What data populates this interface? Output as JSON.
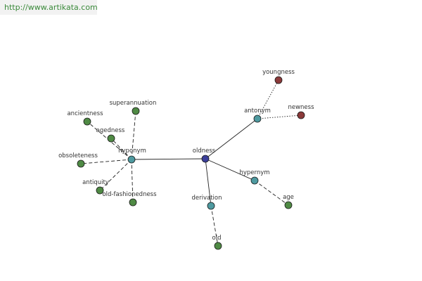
{
  "header": {
    "url": "http://www.artikata.com"
  },
  "colors": {
    "center": "#3b3f9a",
    "relation": "#4e9aa0",
    "hyponym_leaf": "#4f8a44",
    "antonym_leaf": "#8b3a3a",
    "edge": "#222222",
    "label": "#333333"
  },
  "diagram": {
    "nodes": [
      {
        "id": "oldness",
        "label": "oldness",
        "kind": "center"
      },
      {
        "id": "hyponym",
        "label": "hyponym",
        "kind": "relation"
      },
      {
        "id": "antonym",
        "label": "antonym",
        "kind": "relation"
      },
      {
        "id": "hypernym",
        "label": "hypernym",
        "kind": "relation"
      },
      {
        "id": "derivation",
        "label": "derivation",
        "kind": "relation"
      },
      {
        "id": "ancientness",
        "label": "ancientness",
        "kind": "leaf_green"
      },
      {
        "id": "agedness",
        "label": "agedness",
        "kind": "leaf_green"
      },
      {
        "id": "superannuation",
        "label": "superannuation",
        "kind": "leaf_green"
      },
      {
        "id": "obsoleteness",
        "label": "obsoleteness",
        "kind": "leaf_green"
      },
      {
        "id": "antiquity",
        "label": "antiquity",
        "kind": "leaf_green"
      },
      {
        "id": "old-fashionedness",
        "label": "old-fashionedness",
        "kind": "leaf_green"
      },
      {
        "id": "youngness",
        "label": "youngness",
        "kind": "leaf_red"
      },
      {
        "id": "newness",
        "label": "newness",
        "kind": "leaf_red"
      },
      {
        "id": "age",
        "label": "age",
        "kind": "leaf_green"
      },
      {
        "id": "old",
        "label": "old",
        "kind": "leaf_green"
      }
    ],
    "edges": [
      {
        "from": "oldness",
        "to": "hyponym",
        "style": "solid"
      },
      {
        "from": "oldness",
        "to": "antonym",
        "style": "solid"
      },
      {
        "from": "oldness",
        "to": "hypernym",
        "style": "solid"
      },
      {
        "from": "oldness",
        "to": "derivation",
        "style": "solid"
      },
      {
        "from": "hyponym",
        "to": "ancientness",
        "style": "dashed"
      },
      {
        "from": "hyponym",
        "to": "agedness",
        "style": "dashed"
      },
      {
        "from": "hyponym",
        "to": "superannuation",
        "style": "dashed"
      },
      {
        "from": "hyponym",
        "to": "obsoleteness",
        "style": "dashed"
      },
      {
        "from": "hyponym",
        "to": "antiquity",
        "style": "dashed"
      },
      {
        "from": "hyponym",
        "to": "old-fashionedness",
        "style": "dashed"
      },
      {
        "from": "antonym",
        "to": "youngness",
        "style": "dotted"
      },
      {
        "from": "antonym",
        "to": "newness",
        "style": "dotted"
      },
      {
        "from": "hypernym",
        "to": "age",
        "style": "dashed"
      },
      {
        "from": "derivation",
        "to": "old",
        "style": "dashed"
      }
    ]
  }
}
